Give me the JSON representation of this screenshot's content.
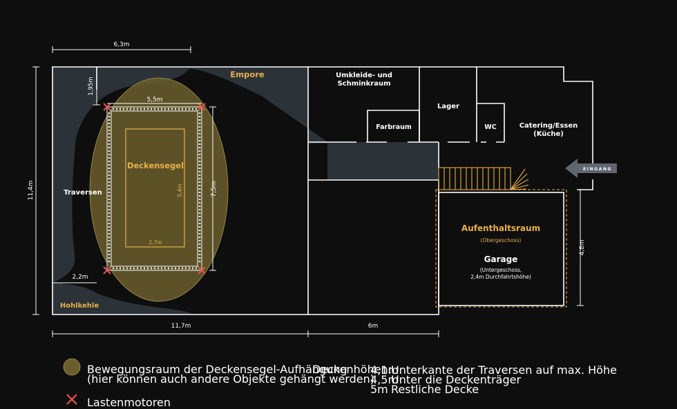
{
  "rooms": {
    "empore": "Empore",
    "umkleide_line1": "Umkleide- und",
    "umkleide_line2": "Schminkraum",
    "farbraum": "Farbraum",
    "lager": "Lager",
    "wc": "WC",
    "catering_line1": "Catering/Essen",
    "catering_line2": "(Küche)",
    "traversen": "Traversen",
    "deckensegel": "Deckensegel",
    "hohlkehle": "Hohlkehle",
    "aufenthaltsraum": "Aufenthaltsraum",
    "obergeschoss": "(Obergeschoss)",
    "garage": "Garage",
    "untergeschoss_line1": "(Untergeschoss,",
    "untergeschoss_line2": "2,4m Durchfahrtshöhe)",
    "eingang": "EINGANG"
  },
  "dimensions": {
    "top_width": "6,3m",
    "left_height": "11,4m",
    "empore_depth": "1,95m",
    "truss_width": "5,5m",
    "truss_height": "7,5m",
    "sail_height": "5,4m",
    "sail_width": "2,7m",
    "hohlkehle_width": "2,2m",
    "bottom_left": "11,7m",
    "bottom_right": "6m",
    "garage_height": "4,8m"
  },
  "legend": {
    "motion_title": "Bewegungsraum der Deckensegel-Aufhängung",
    "motion_sub": "(hier können auch andere Objekte gehängt werden)",
    "motors": "Lastenmotoren",
    "heights_title": "Deckenhöhen:",
    "heights": [
      {
        "value": "4,1m",
        "desc": "Unterkante der Traversen auf max. Höhe"
      },
      {
        "value": "4,5m",
        "desc": "Unter die Deckenträger"
      },
      {
        "value": "5m",
        "desc": "Restliche Decke"
      }
    ]
  },
  "colors": {
    "background": "#0e0e0e",
    "wall": "#ffffff",
    "gray_zone": "#2b3238",
    "motion_area": "#6b5e2c",
    "accent": "#e8b04a",
    "motor": "#e8554e",
    "entrance": "#5f666d"
  }
}
